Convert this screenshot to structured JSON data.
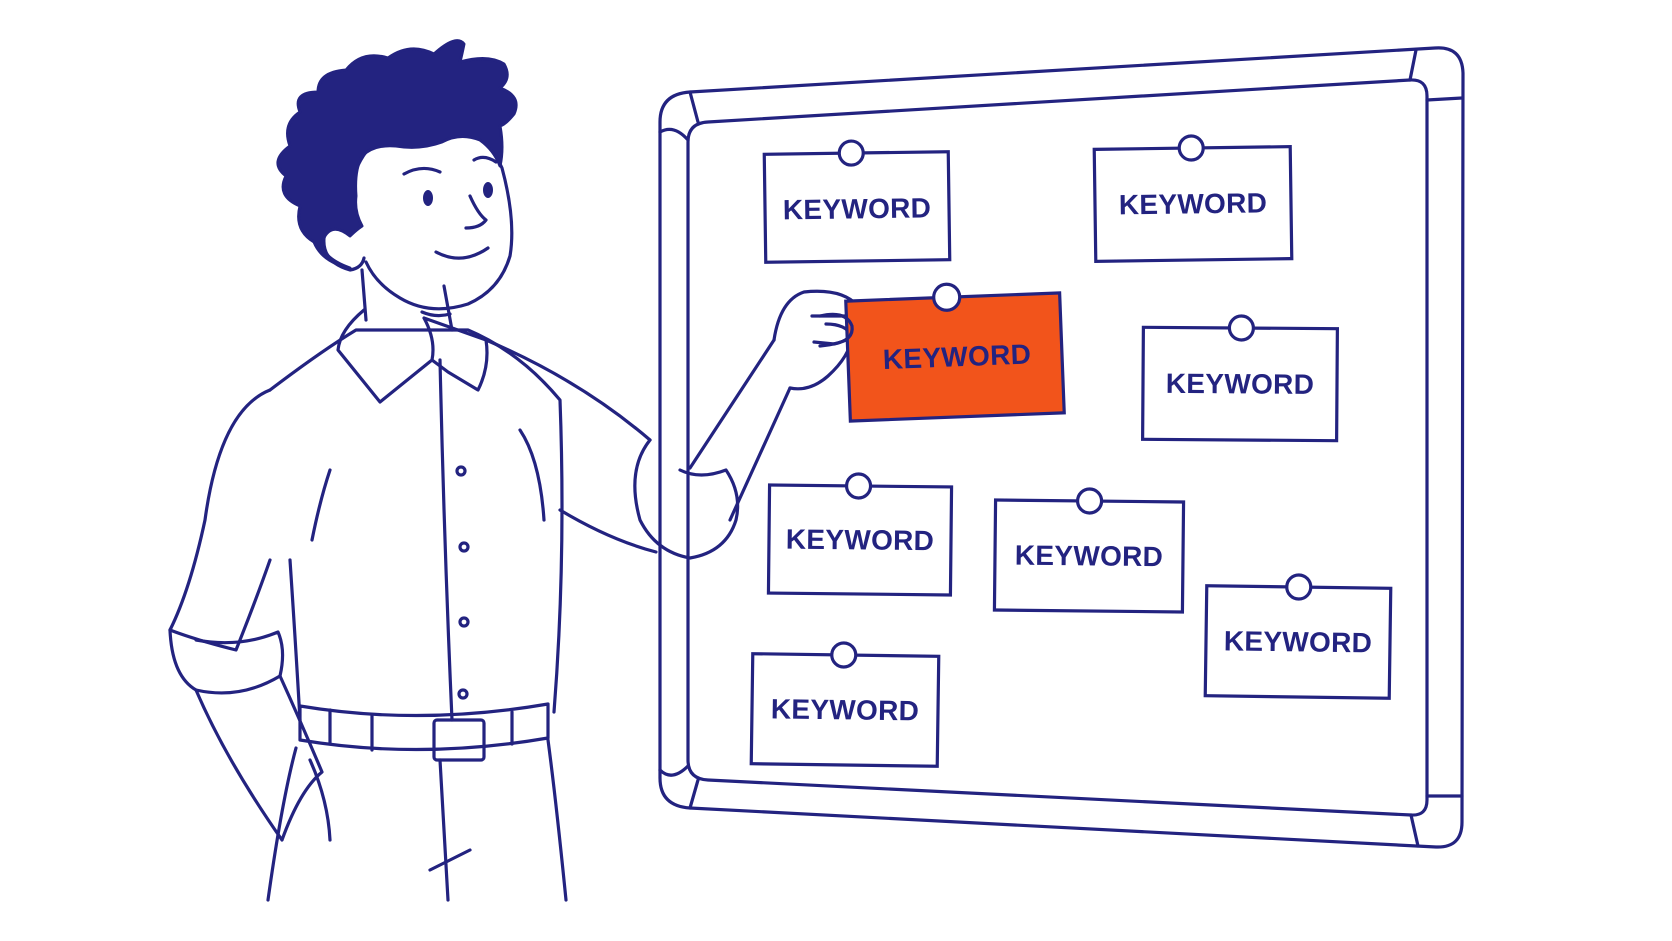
{
  "colors": {
    "ink": "#232380",
    "highlight": "#f2541b",
    "background": "#ffffff"
  },
  "cards": [
    {
      "label": "KEYWORD",
      "highlighted": false
    },
    {
      "label": "KEYWORD",
      "highlighted": false
    },
    {
      "label": "KEYWORD",
      "highlighted": true
    },
    {
      "label": "KEYWORD",
      "highlighted": false
    },
    {
      "label": "KEYWORD",
      "highlighted": false
    },
    {
      "label": "KEYWORD",
      "highlighted": false
    },
    {
      "label": "KEYWORD",
      "highlighted": false
    },
    {
      "label": "KEYWORD",
      "highlighted": false
    }
  ]
}
